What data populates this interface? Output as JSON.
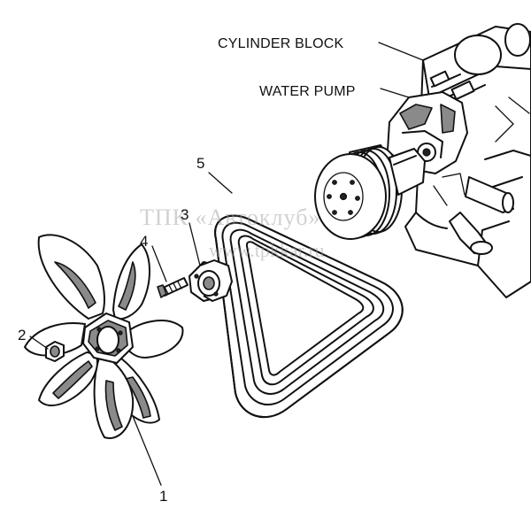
{
  "labels": {
    "cylinder_block": "CYLINDER BLOCK",
    "water_pump": "WATER PUMP",
    "callout_1": "1",
    "callout_2": "2",
    "callout_3": "3",
    "callout_4": "4",
    "callout_5": "5"
  },
  "watermark": {
    "line1": "ТПК «Автоклуб»",
    "line2": "www.tpkkar.ru"
  },
  "icons": {
    "fan": "fan-blade-icon",
    "pulley": "pulley-icon",
    "belt": "drive-belt-icon"
  }
}
